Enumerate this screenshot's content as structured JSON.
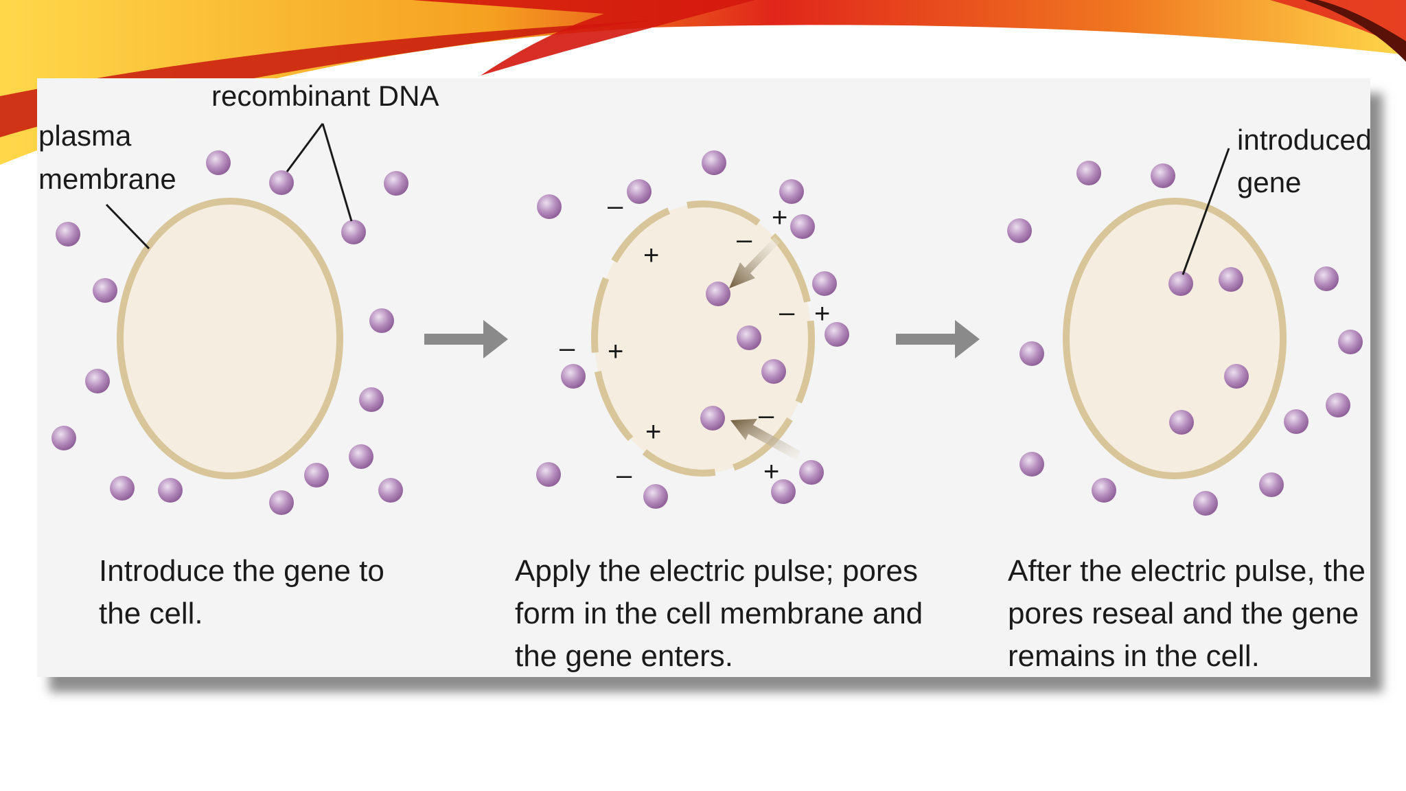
{
  "labels": {
    "plasma_membrane": [
      "plasma",
      "membrane"
    ],
    "recombinant_dna": "recombinant DNA",
    "introduced_gene": [
      "introduced",
      "gene"
    ]
  },
  "captions": [
    [
      "Introduce the gene to",
      "the cell."
    ],
    [
      "Apply the electric pulse; pores",
      "form in the cell membrane and",
      "the gene enters."
    ],
    [
      "After the electric pulse, the",
      "pores reseal and the gene",
      "remains in the cell."
    ]
  ],
  "charges": {
    "plus": "+",
    "minus": "–"
  },
  "colors": {
    "membrane": "#d8c69a",
    "cytoplasm": "#f5ede0",
    "dna_particle": "#b48cbc",
    "process_arrow": "#8a8a8a",
    "entry_arrow": "#6e5a3a",
    "banner_red": "#e0261a",
    "banner_orange": "#f5a020",
    "banner_yellow": "#ffd84a"
  }
}
